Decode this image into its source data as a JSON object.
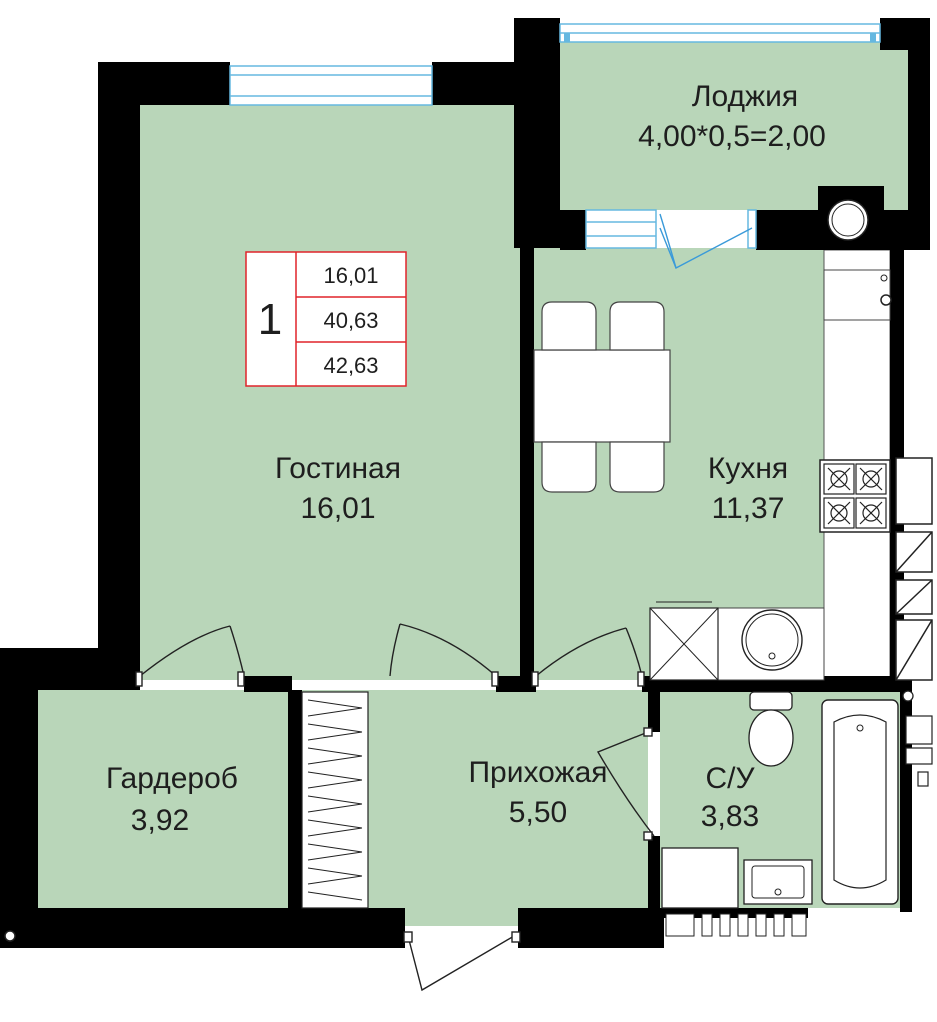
{
  "apartment": {
    "rooms_count": "1",
    "living_area": "16,01",
    "total_area": "40,63",
    "total_with_loggia": "42,63"
  },
  "rooms": {
    "loggia": {
      "name": "Лоджия",
      "area": "4,00*0,5=2,00"
    },
    "living": {
      "name": "Гостиная",
      "area": "16,01"
    },
    "kitchen": {
      "name": "Кухня",
      "area": "11,37"
    },
    "wardrobe": {
      "name": "Гардероб",
      "area": "3,92"
    },
    "hallway": {
      "name": "Прихожая",
      "area": "5,50"
    },
    "bathroom": {
      "name": "С/У",
      "area": "3,83"
    }
  },
  "colors": {
    "floor": "#b9d6b9",
    "wall": "#000000",
    "window": "#66b8e0",
    "summary_border": "#e0242a",
    "door_line": "#3a9ad9"
  }
}
